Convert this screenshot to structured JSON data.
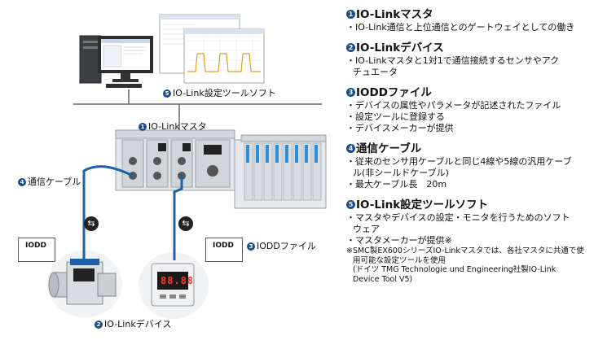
{
  "diagram": {
    "labels": {
      "tool_software": "IO-Link設定ツールソフト",
      "master": "IO-Linkマスタ",
      "cable": "通信ケーブル",
      "iodd_file": "IODDファイル",
      "device": "IO-Linkデバイス",
      "iodd_doc1": "IODD",
      "iodd_doc2": "IODD"
    },
    "numbers": {
      "n1": "1",
      "n2": "2",
      "n3": "3",
      "n4": "4",
      "n5": "5"
    },
    "display_readout": "88.88",
    "colors": {
      "accent": "#1a4f8a",
      "cable": "#1d5fa8",
      "valve_blue": "#2f8dd6"
    }
  },
  "sections": [
    {
      "num": "1",
      "title": "IO-Linkマスタ",
      "lines": [
        "・IO-Link通信と上位通信とのゲートウェイとしての働き"
      ]
    },
    {
      "num": "2",
      "title": "IO-Linkデバイス",
      "lines": [
        "・IO-Linkマスタと1対1で通信接続するセンサやアク",
        "チュエータ"
      ]
    },
    {
      "num": "3",
      "title": "IODDファイル",
      "lines": [
        "・デバイスの属性やパラメータが記述されたファイル",
        "・設定ツールに登録する",
        "・デバイスメーカーが提供"
      ]
    },
    {
      "num": "4",
      "title": "通信ケーブル",
      "lines": [
        "・従来のセンサ用ケーブルと同じ4線や5線の汎用ケーブ",
        "ル(非シールドケーブル)",
        "・最大ケーブル長　20m"
      ]
    },
    {
      "num": "5",
      "title": "IO-Link設定ツールソフト",
      "lines": [
        "・マスタやデバイスの設定・モニタを行うためのソフト",
        "ウェア",
        "・マスタメーカーが提供※"
      ]
    }
  ],
  "note": [
    "※SMC製EX600シリーズIO-Linkマスタでは、各社マスタに共通で使",
    "用可能な設定ツールを使用",
    "(ドイツ TMG Technologie und Engineering社製IO-Link",
    "Device Tool V5)"
  ]
}
